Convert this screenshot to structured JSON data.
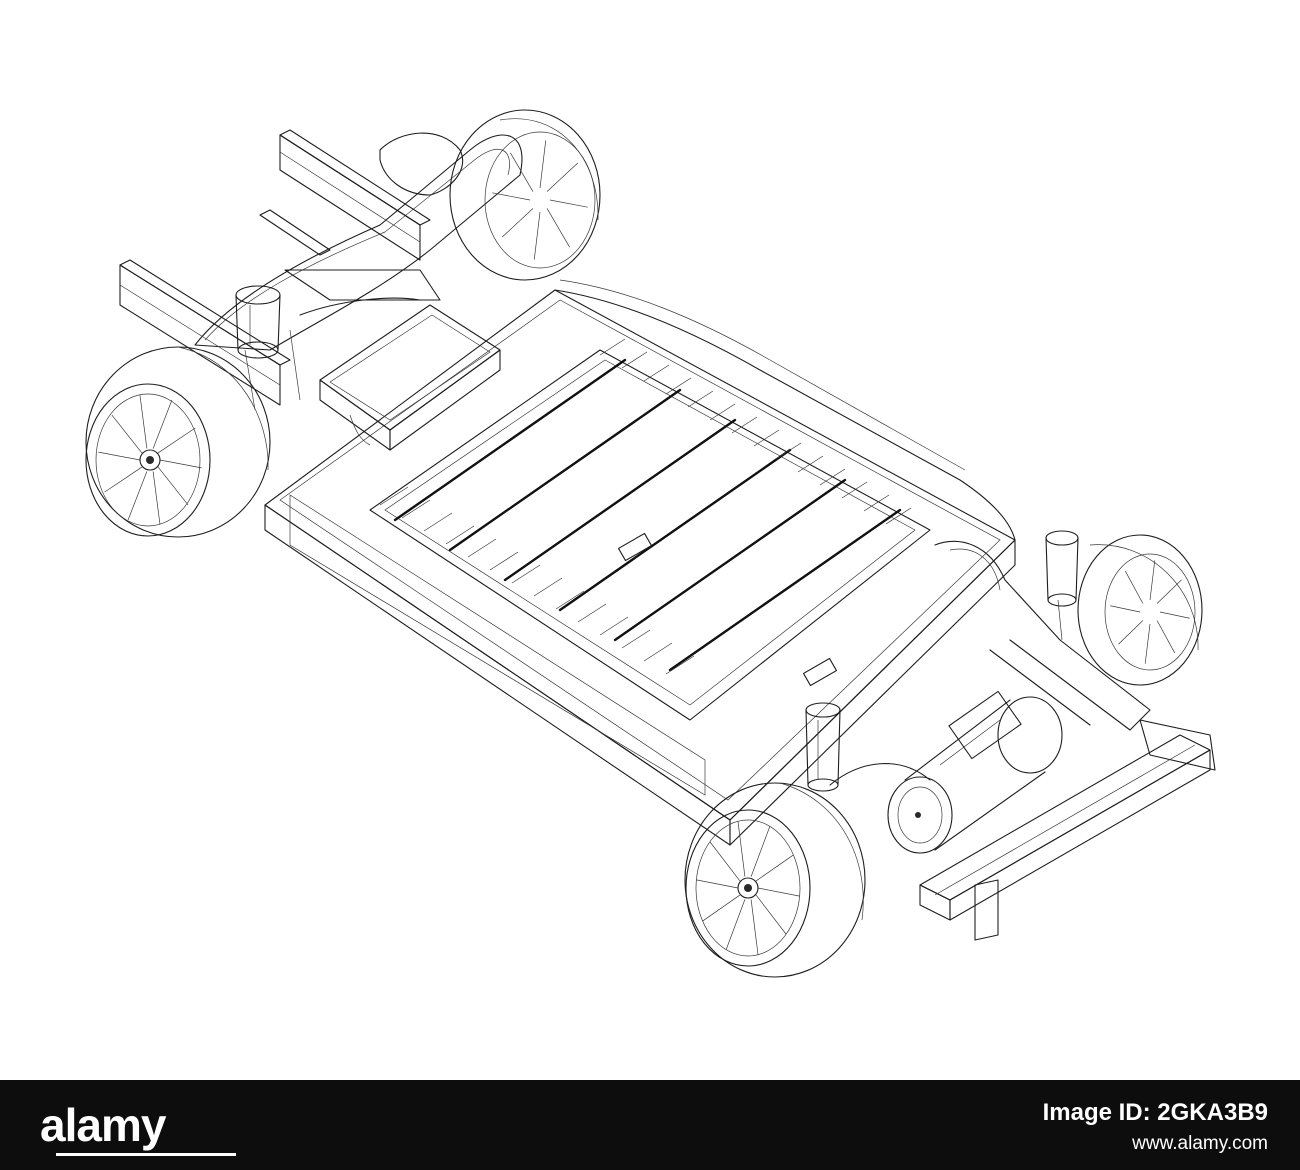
{
  "footer": {
    "brand": "alamy",
    "image_id": "Image ID: 2GKA3B9",
    "site": "www.alamy.com"
  },
  "colors": {
    "background": "#ffffff",
    "line": "#1e1e1e",
    "footer_bg": "#0d0d0d",
    "footer_text": "#ffffff"
  },
  "illustration": {
    "subject": "electric-vehicle-skateboard-chassis-wireframe"
  }
}
